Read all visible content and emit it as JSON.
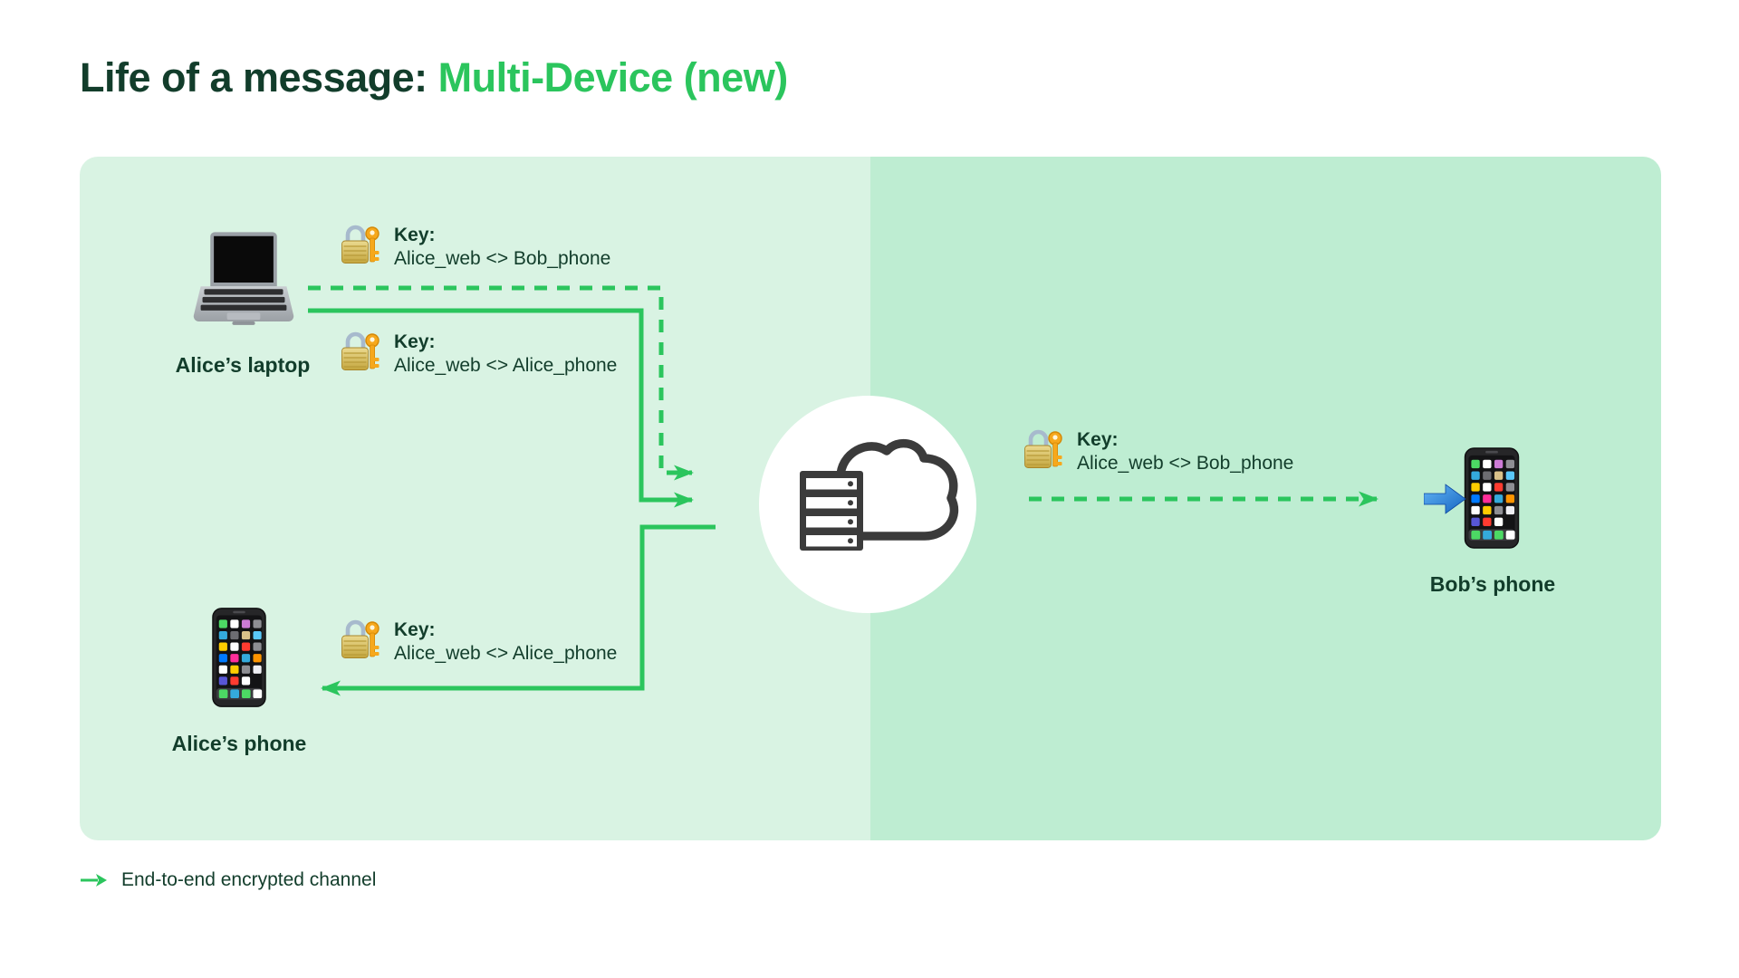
{
  "title": {
    "prefix": "Life of a message: ",
    "highlight": "Multi-Device (new)"
  },
  "colors": {
    "accent_green": "#2BC55D",
    "dark_green": "#123D2B",
    "panel_left": "#D9F3E3",
    "panel_right": "#BEEDD2",
    "arrow_blue": "#1E88E5"
  },
  "devices": {
    "alice_laptop": {
      "label": "Alice’s laptop",
      "icon": "laptop-icon"
    },
    "alice_phone": {
      "label": "Alice’s phone",
      "icon": "smartphone-icon"
    },
    "bob_phone": {
      "label": "Bob’s phone",
      "icon": "smartphone-icon"
    }
  },
  "server": {
    "icon": "cloud-server-icon"
  },
  "keys": [
    {
      "label": "Key:",
      "value": "Alice_web <> Bob_phone",
      "icon": "lock-with-key-icon"
    },
    {
      "label": "Key:",
      "value": "Alice_web <> Alice_phone",
      "icon": "lock-with-key-icon"
    },
    {
      "label": "Key:",
      "value": "Alice_web <> Alice_phone",
      "icon": "lock-with-key-icon"
    },
    {
      "label": "Key:",
      "value": "Alice_web <> Bob_phone",
      "icon": "lock-with-key-icon"
    }
  ],
  "legend": {
    "text": "End-to-end encrypted channel",
    "icon": "right-arrow-icon"
  }
}
